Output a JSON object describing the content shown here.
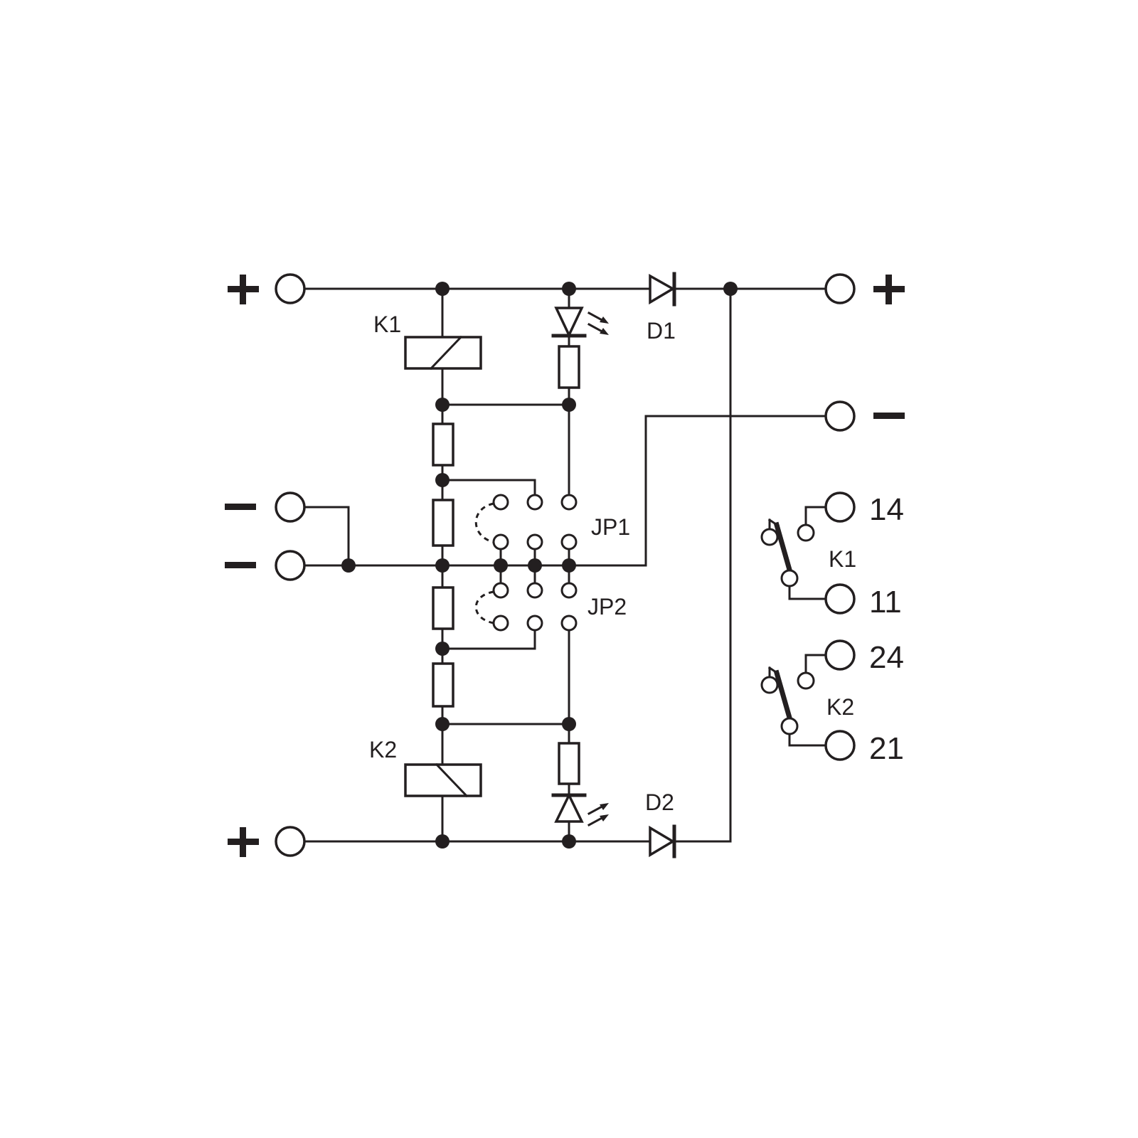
{
  "colors": {
    "line": "#231f20",
    "background": "#ffffff"
  },
  "labels": {
    "K1": "K1",
    "K2": "K2",
    "D1": "D1",
    "D2": "D2",
    "JP1": "JP1",
    "JP2": "JP2",
    "contact_K1": "K1",
    "contact_K2": "K2",
    "t14": "14",
    "t11": "11",
    "t24": "24",
    "t21": "21"
  },
  "polarity_marks": {
    "left_top": "plus",
    "left_mid_1": "minus",
    "left_mid_2": "minus",
    "left_bottom": "plus",
    "right_top": "plus",
    "right_mid": "minus"
  }
}
